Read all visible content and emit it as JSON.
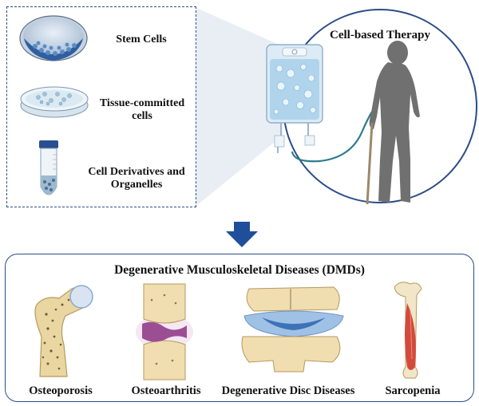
{
  "cell_sources": [
    {
      "label": "Stem Cells"
    },
    {
      "label": "Tissue-committed cells"
    },
    {
      "label": "Cell Derivatives and Organelles"
    }
  ],
  "therapy": {
    "title": "Cell-based Therapy"
  },
  "diseases_group": {
    "title": "Degenerative Musculoskeletal Diseases (DMDs)"
  },
  "diseases": [
    {
      "label": "Osteoporosis"
    },
    {
      "label": "Osteoarthritis"
    },
    {
      "label": "Degenerative Disc Diseases"
    },
    {
      "label": "Sarcopenia"
    }
  ],
  "colors": {
    "frame": "#2b4c86",
    "arrow": "#1f4f9a",
    "cells": "#3e6fae",
    "silhouette": "#6b6b6b",
    "tube": "#2a7c8c",
    "bone": "#f0dca4",
    "cartilage": "#9b4e94",
    "disc": "#9fc1e6",
    "muscle": "#d34a3c"
  }
}
